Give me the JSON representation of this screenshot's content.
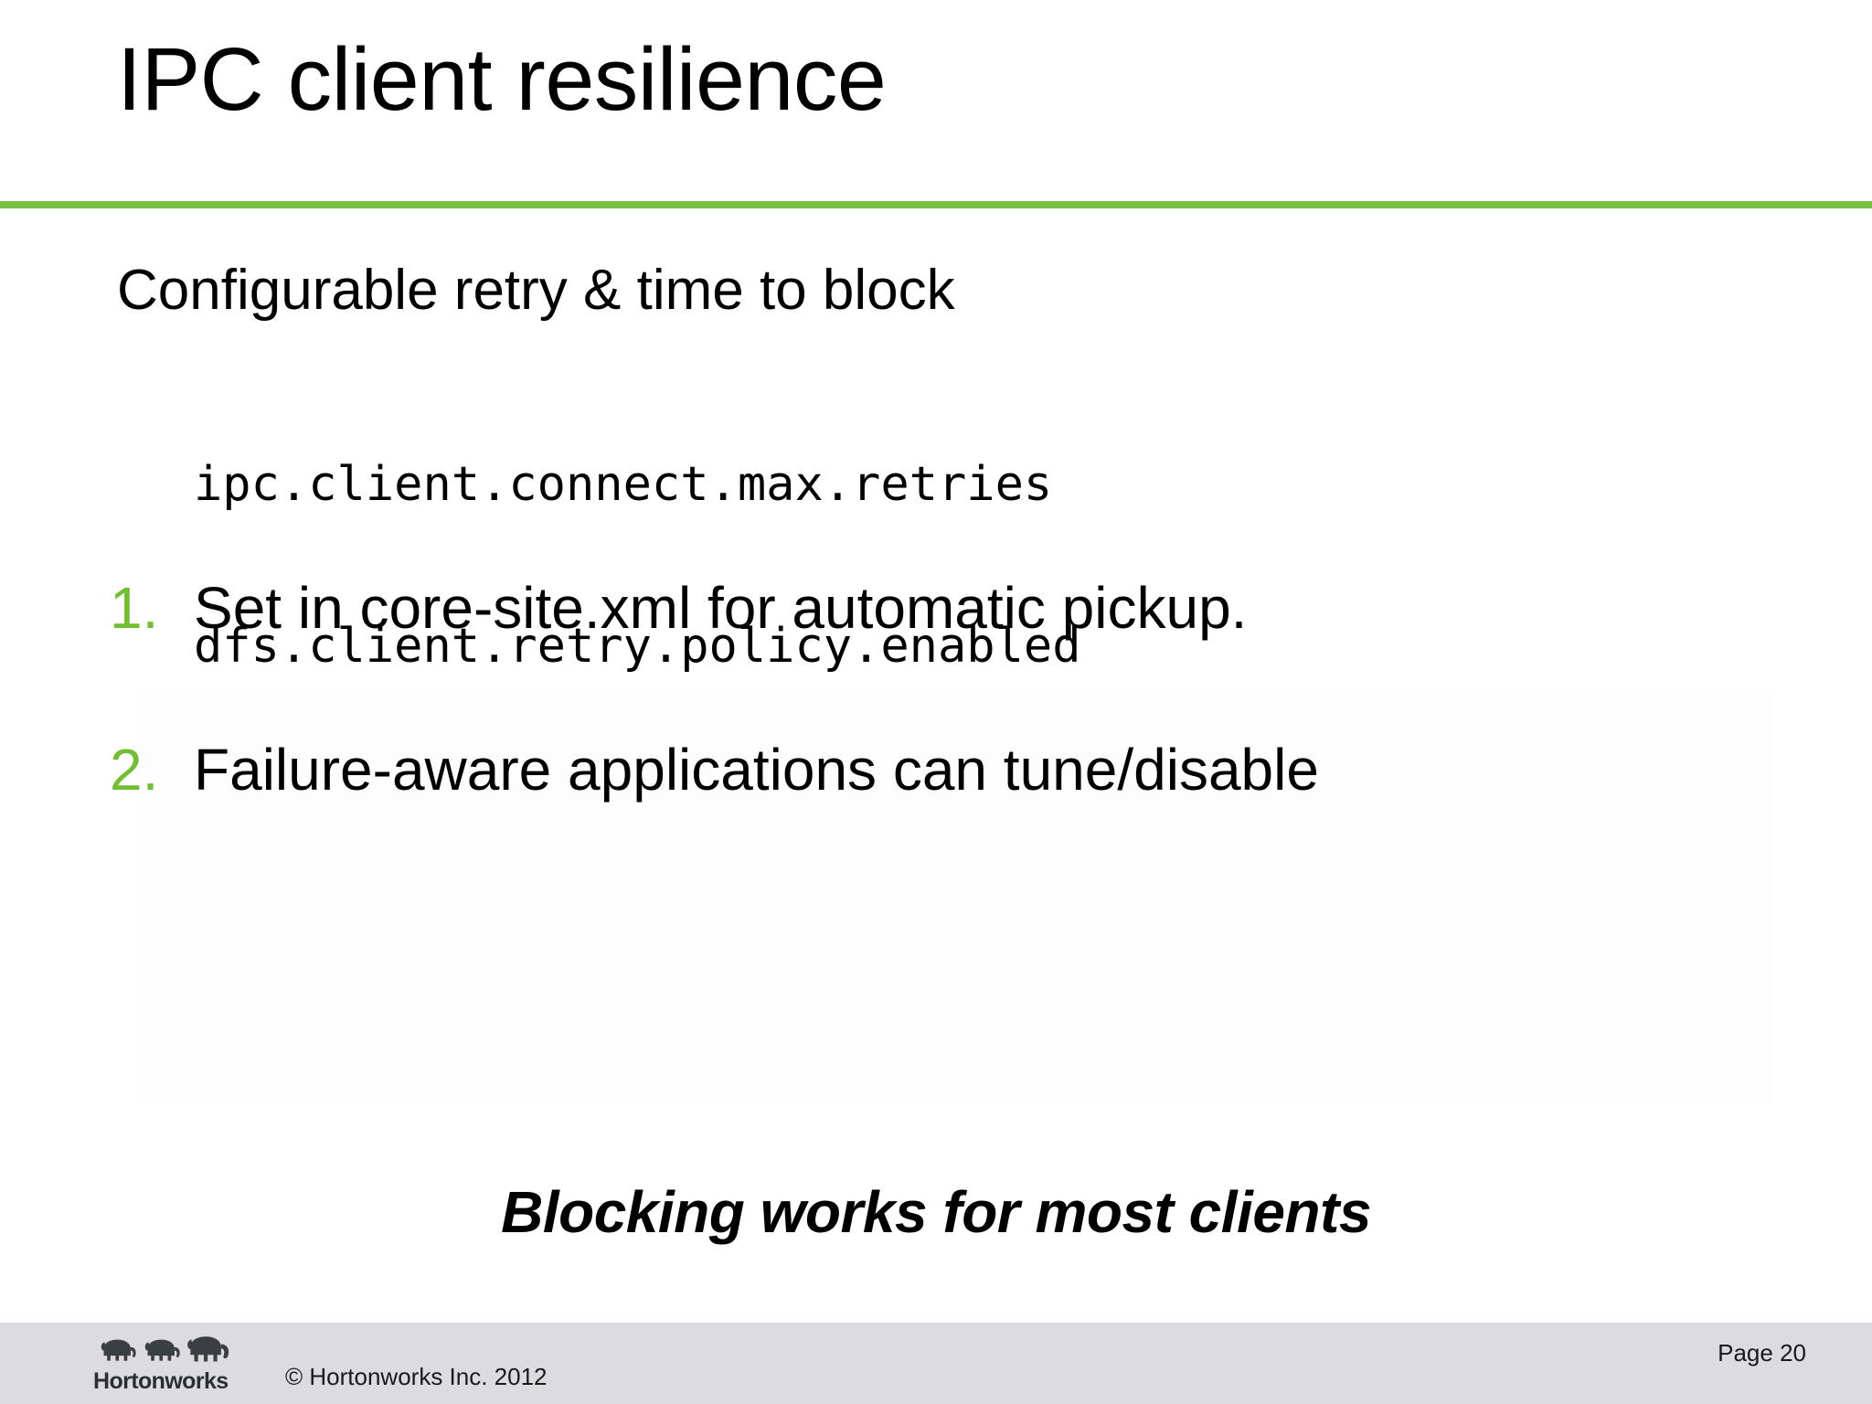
{
  "slide": {
    "title": "IPC client resilience",
    "accent_color": "#76c043",
    "number_color": "#6fbf2e",
    "background_color": "#ffffff",
    "footer_background_color": "#dcdce0"
  },
  "body": {
    "lead": "Configurable retry & time to block",
    "code_lines": [
      "ipc.client.connect.max.retries",
      "dfs.client.retry.policy.enabled"
    ],
    "items": [
      {
        "marker": "1.",
        "text": "Set in core-site.xml for automatic pickup."
      },
      {
        "marker": "2.",
        "text": "Failure-aware applications can tune/disable"
      }
    ],
    "closing": "Blocking works for most clients"
  },
  "footer": {
    "logo_name": "hortonworks-logo",
    "logo_wordmark": "Hortonworks",
    "copyright": "© Hortonworks Inc. 2012",
    "page_label": "Page 20"
  }
}
